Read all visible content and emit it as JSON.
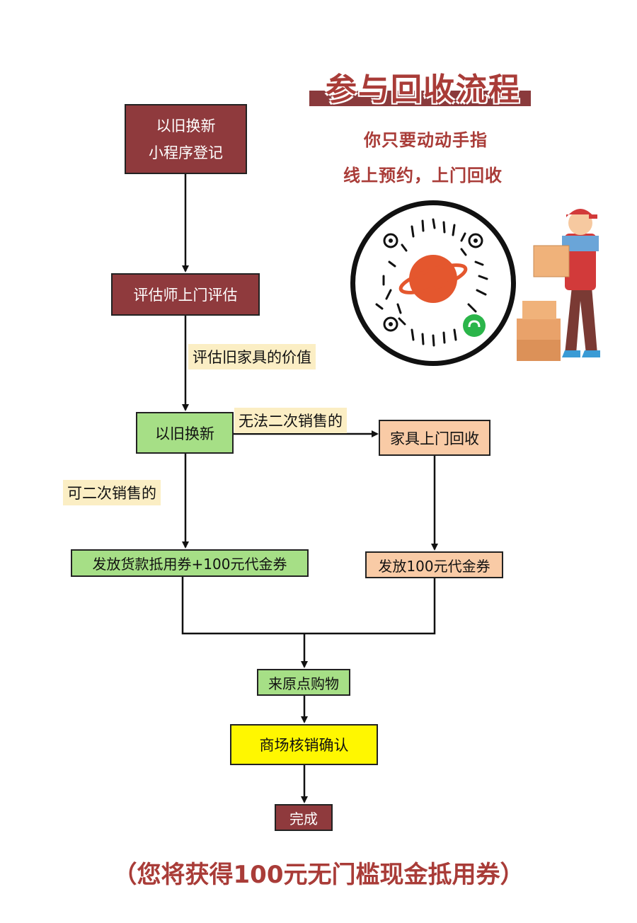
{
  "header": {
    "title": "参与回收流程",
    "subtitle_line1": "你只要动动手指",
    "subtitle_line2": "线上预约，上门回收"
  },
  "flow": {
    "step1_line1": "以旧换新",
    "step1_line2": "小程序登记",
    "step2": "评估师上门评估",
    "note_value": "评估旧家具的价值",
    "step3": "以旧换新",
    "note_no_resale": "无法二次销售的",
    "step_recycle": "家具上门回收",
    "note_resale": "可二次销售的",
    "step_voucher_full": "发放货款抵用券+100元代金券",
    "step_voucher_100": "发放100元代金券",
    "step_shop": "来原点购物",
    "step_confirm": "商场核销确认",
    "step_done": "完成"
  },
  "footer": {
    "text": "（您将获得100元无门槛现金抵用券）"
  },
  "colors": {
    "maroon": "#8f3a3d",
    "green": "#a6df86",
    "peach": "#f9cba6",
    "yellow": "#fff700",
    "note_bg": "#fbeec4",
    "title_red": "#a93c38"
  },
  "icons": {
    "qr": "mini-program-qr-code",
    "mascot": "delivery-worker-carrying-boxes"
  }
}
